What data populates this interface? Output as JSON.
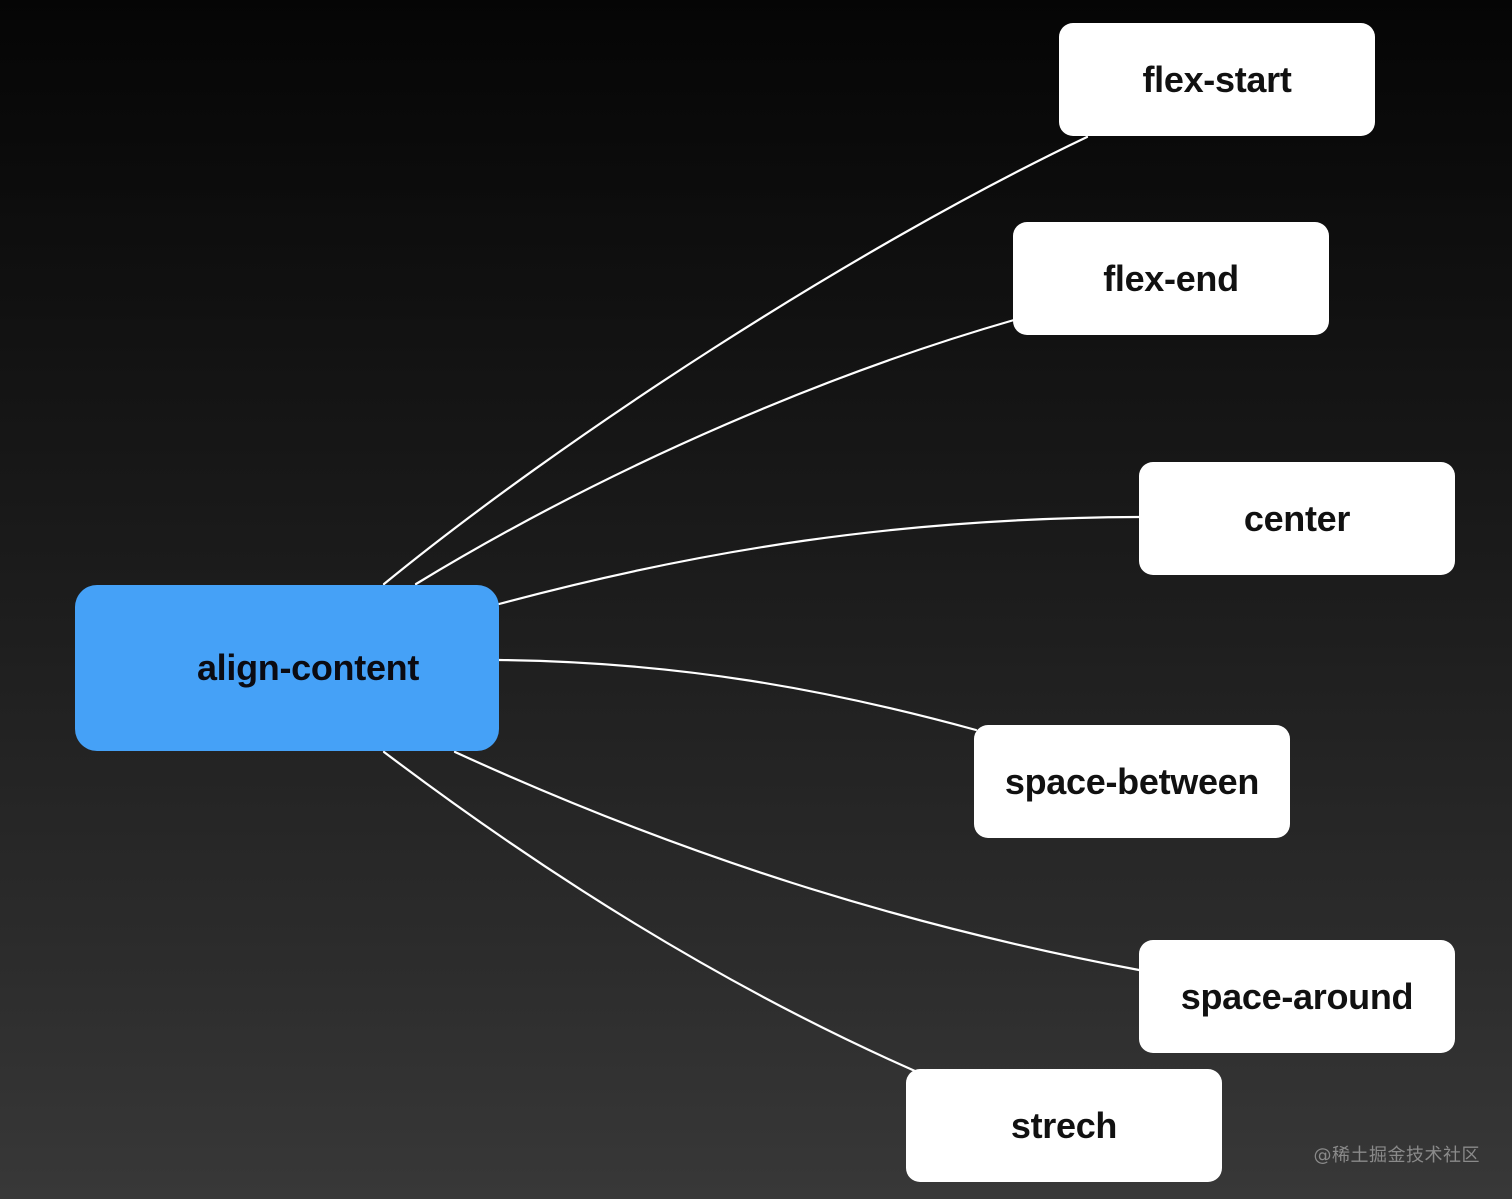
{
  "diagram": {
    "root": {
      "label": "align-content",
      "color": "#45a1f7"
    },
    "children": [
      {
        "label": "flex-start"
      },
      {
        "label": "flex-end"
      },
      {
        "label": "center"
      },
      {
        "label": "space-between"
      },
      {
        "label": "space-around"
      },
      {
        "label": "strech"
      }
    ],
    "connector_color": "#ffffff",
    "child_color": "#ffffff"
  },
  "watermark": {
    "text": "@稀土掘金技术社区"
  }
}
